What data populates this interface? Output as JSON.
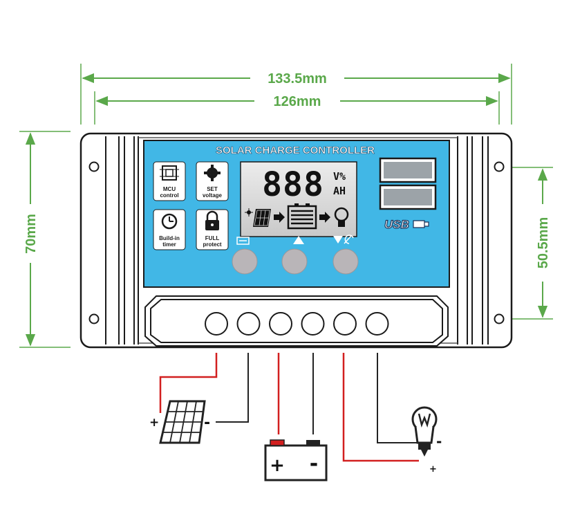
{
  "dimensions": {
    "outer_width": "133.5mm",
    "inner_width": "126mm",
    "height": "70mm",
    "hole_spacing": "50.5mm"
  },
  "panel": {
    "title": "SOLAR CHARGE CONTROLLER",
    "icons": [
      {
        "icon": "mcu-chip-icon",
        "line1": "MCU",
        "line2": "control"
      },
      {
        "icon": "gear-icon",
        "line1": "SET",
        "line2": "voltage"
      },
      {
        "icon": "clock-icon",
        "line1": "Build-in",
        "line2": "timer"
      },
      {
        "icon": "lock-icon",
        "line1": "FULL",
        "line2": "protect"
      }
    ],
    "lcd": {
      "digits": "888",
      "unit_top": "V%",
      "unit_bottom": "AH"
    },
    "usb_label": "USB"
  },
  "terminals": {
    "count": 6,
    "solar": {
      "plus": "+",
      "minus": "-"
    },
    "battery": {
      "plus": "+",
      "minus": "-"
    },
    "load": {
      "plus": "+",
      "minus": "-"
    }
  },
  "colors": {
    "dimension": "#5aa84a",
    "panel": "#41b7e6",
    "positive_wire": "#d21f1f",
    "negative_wire": "#222222"
  }
}
